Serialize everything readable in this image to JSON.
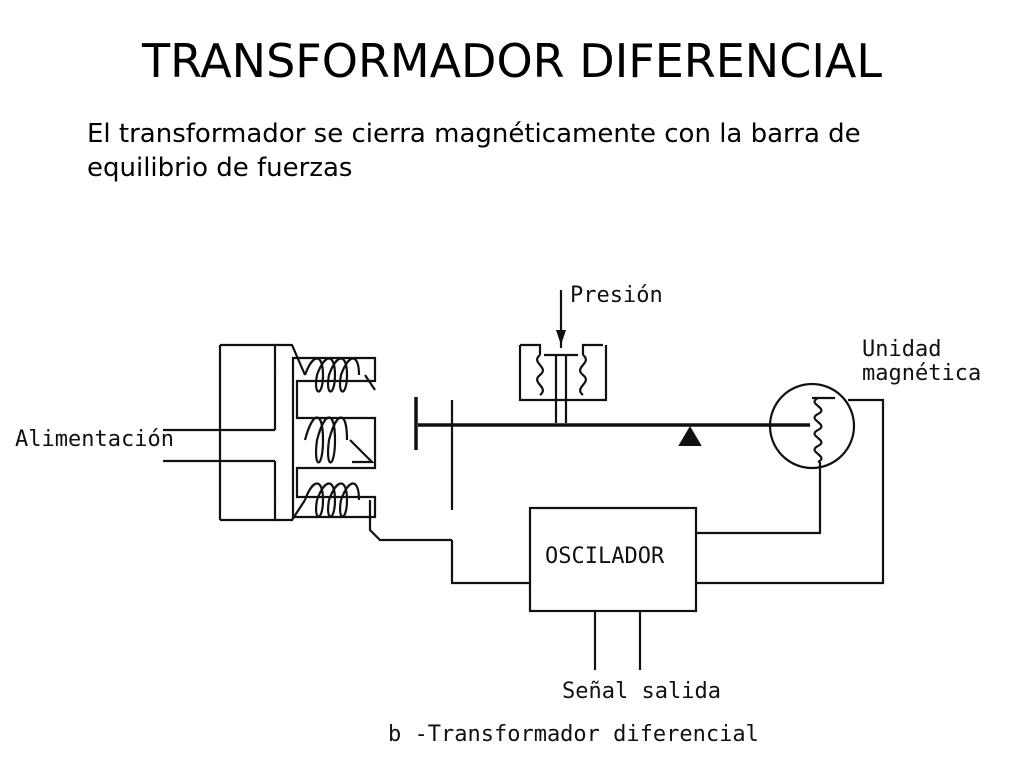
{
  "slide": {
    "title": "TRANSFORMADOR DIFERENCIAL",
    "body": "El transformador se cierra magnéticamente con la barra de equilibrio de fuerzas"
  },
  "diagram": {
    "labels": {
      "pressure": "Presión",
      "magnetic_unit_line1": "Unidad",
      "magnetic_unit_line2": "magnética",
      "power_supply": "Alimentación",
      "oscillator": "OSCILADOR",
      "output_signal": "Señal salida",
      "caption": "b -Transformador diferencial"
    }
  }
}
